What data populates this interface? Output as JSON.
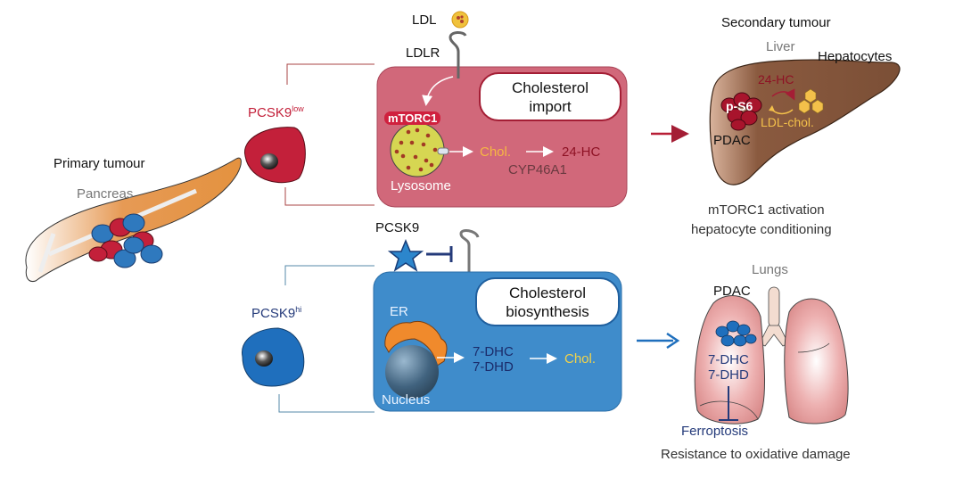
{
  "primary": {
    "title": "Primary tumour",
    "organ": "Pancreas"
  },
  "low_branch": {
    "label": "PCSK9",
    "sup": "low",
    "receptor_ligand": "LDL",
    "receptor": "LDLR",
    "process_title_line1": "Cholesterol",
    "process_title_line2": "import",
    "complex": "mTORC1",
    "organelle": "Lysosome",
    "intermediate": "Chol.",
    "product": "24-HC",
    "enzyme": "CYP46A1",
    "color": "#d1687a"
  },
  "hi_branch": {
    "label": "PCSK9",
    "sup": "hi",
    "inhibitor": "PCSK9",
    "process_title_line1": "Cholesterol",
    "process_title_line2": "biosynthesis",
    "organelle_er": "ER",
    "organelle_nucleus": "Nucleus",
    "metabolite1": "7-DHC",
    "metabolite2": "7-DHD",
    "product": "Chol.",
    "color": "#3f8ccb"
  },
  "secondary_liver": {
    "title": "Secondary tumour",
    "organ": "Liver",
    "cell_type": "Hepatocytes",
    "signal": "24-HC",
    "marker": "p-S6",
    "tumour": "PDAC",
    "return_signal": "LDL-chol.",
    "outcome_line1": "mTORC1 activation",
    "outcome_line2": "hepatocyte conditioning"
  },
  "secondary_lung": {
    "organ": "Lungs",
    "tumour": "PDAC",
    "metabolite1": "7-DHC",
    "metabolite2": "7-DHD",
    "inhibited": "Ferroptosis",
    "outcome": "Resistance to oxidative damage"
  }
}
